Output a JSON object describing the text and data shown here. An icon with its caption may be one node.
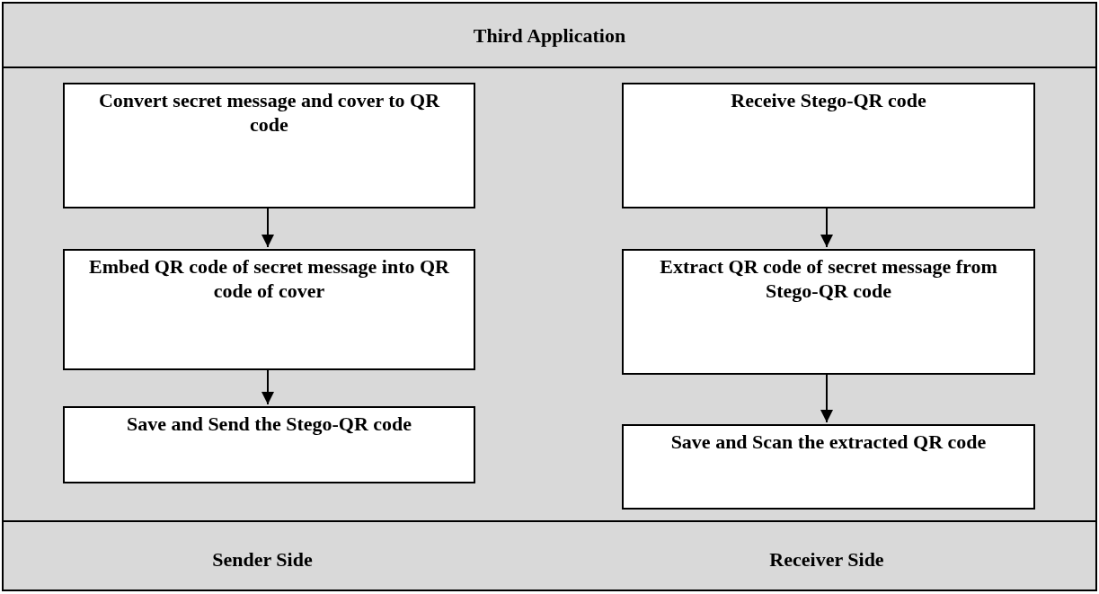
{
  "diagram": {
    "nodes": [
      {
        "text": [
          "Third Application"
        ]
      },
      {
        "text": [
          "Convert secret message and cover to QR code"
        ],
        "in": 0
      },
      {
        "text": [
          "Receive Stego-QR code"
        ],
        "in": 0
      },
      {
        "text": [
          "Embed QR code of secret message into QR code of cover"
        ],
        "in": 0
      },
      {
        "text": [
          "Extract QR code of secret message from Stego-QR code"
        ],
        "in": 0
      },
      {
        "text": [
          "Save and Send the Stego-QR code"
        ],
        "in": 0
      },
      {
        "text": [
          "Save and Scan the extracted QR code"
        ],
        "in": 0
      }
    ],
    "edges": [
      {
        "from": 1,
        "to": 3,
        "arrow": "to"
      },
      {
        "from": 3,
        "to": 5,
        "arrow": "to"
      },
      {
        "from": 2,
        "to": 4,
        "arrow": "to"
      },
      {
        "from": 4,
        "to": 6,
        "arrow": "to"
      }
    ],
    "labels": [
      "Sender Side",
      "Receiver Side"
    ]
  }
}
